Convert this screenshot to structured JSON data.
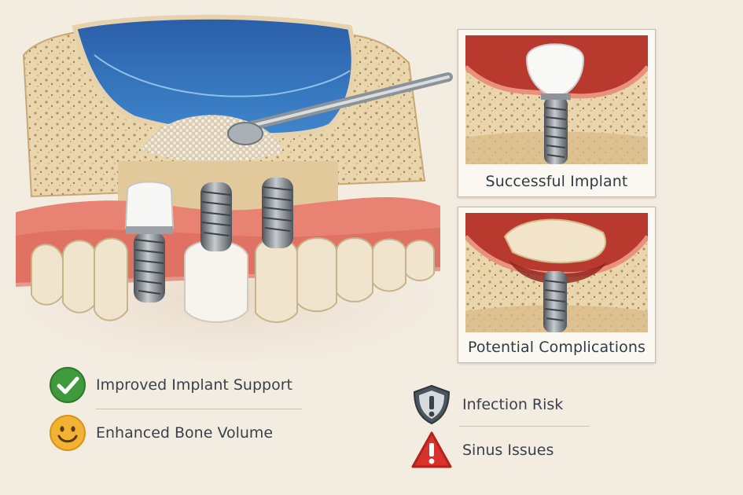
{
  "panels": {
    "success_caption": "Successful Implant",
    "complications_caption": "Potential Complications"
  },
  "benefits": [
    {
      "label": "Improved Implant Support",
      "icon": "check-circle-icon",
      "color": "#3f9a3c"
    },
    {
      "label": "Enhanced Bone Volume",
      "icon": "smiley-icon",
      "color": "#f2b233"
    }
  ],
  "risks": [
    {
      "label": "Infection Risk",
      "icon": "shield-exclamation-icon",
      "color": "#4a5560"
    },
    {
      "label": "Sinus Issues",
      "icon": "warning-triangle-icon",
      "color": "#d9322b"
    }
  ]
}
